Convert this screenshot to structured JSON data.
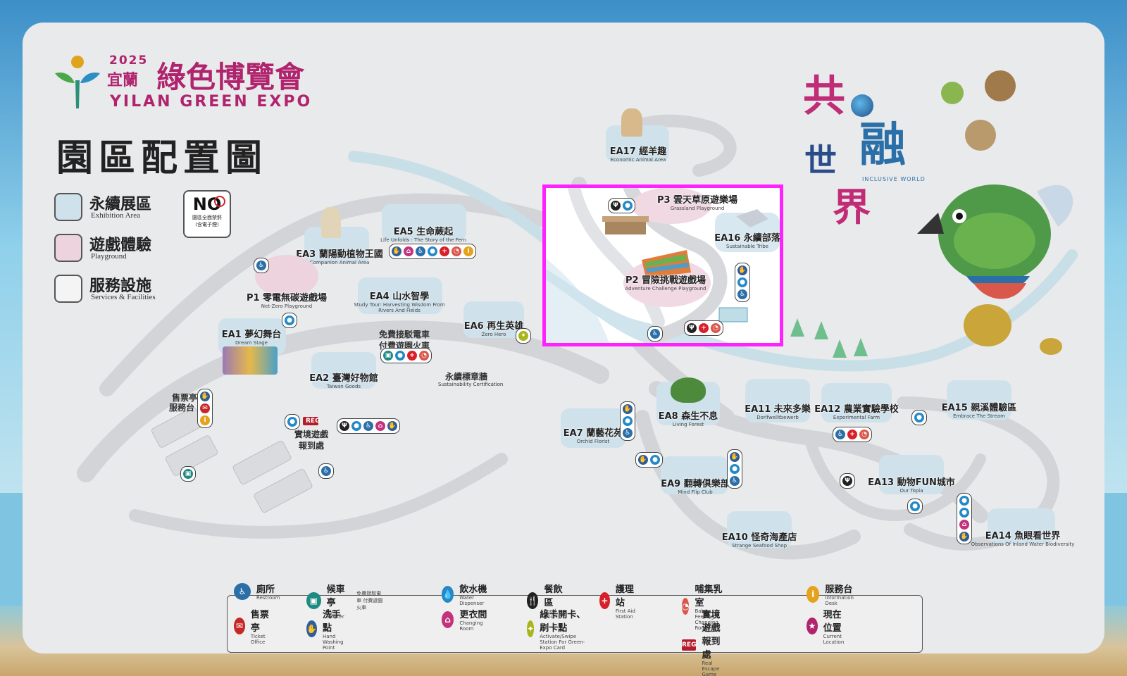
{
  "expo": {
    "year": "2025",
    "city": "宜蘭",
    "name_zh": "綠色博覽會",
    "name_en": "YILAN GREEN EXPO",
    "map_title": "園區配置圖"
  },
  "side_legend": [
    {
      "zh": "永續展區",
      "en": "Exhibition Area",
      "color": "#cfe2ec"
    },
    {
      "zh": "遊戲體驗",
      "en": "Playground",
      "color": "#ecd3dd"
    },
    {
      "zh": "服務設施",
      "en": "Services & Facilities",
      "color": "#f4f4f4"
    }
  ],
  "no_smoking": {
    "big": "NO",
    "line1": "園區全面禁菸",
    "line2": "(含電子煙)"
  },
  "theme": {
    "zh_1": "共",
    "zh_2": "融",
    "zh_3": "世",
    "zh_4": "界",
    "en": "INCLUSIVE WORLD"
  },
  "zones": [
    {
      "id": "EA17",
      "zh": "EA17 經羊趣",
      "en": "Economic Animal Area"
    },
    {
      "id": "EA16",
      "zh": "EA16 永續部落",
      "en": "Sustainable Tribe"
    },
    {
      "id": "P3",
      "zh": "P3 雲天草原遊樂場",
      "en": "Grassland Playground"
    },
    {
      "id": "P2",
      "zh": "P2 冒險挑戰遊戲場",
      "en": "Adventure Challenge Playground"
    },
    {
      "id": "EA5",
      "zh": "EA5 生命蕨起",
      "en": "Life Unfolds : The Story of the Fern"
    },
    {
      "id": "EA3",
      "zh": "EA3 蘭陽動植物王國",
      "en": "Companion Animal Area"
    },
    {
      "id": "P1",
      "zh": "P1 零電無碳遊戲場",
      "en": "Net-Zero Playground"
    },
    {
      "id": "EA4",
      "zh": "EA4 山水智學",
      "en": "Study Tour: Harvesting Wisdom From Rivers And Fields"
    },
    {
      "id": "EA6",
      "zh": "EA6 再生英雄",
      "en": "Zero Hero"
    },
    {
      "id": "EA1",
      "zh": "EA1 夢幻舞台",
      "en": "Dream Stage"
    },
    {
      "id": "EA2",
      "zh": "EA2 臺灣好物館",
      "en": "Taiwan Goods"
    },
    {
      "id": "EA8",
      "zh": "EA8 森生不息",
      "en": "Living Forest"
    },
    {
      "id": "EA7",
      "zh": "EA7 蘭藝花苑",
      "en": "Orchid Florist"
    },
    {
      "id": "EA9",
      "zh": "EA9 翻轉俱樂部",
      "en": "Mind Flip Club"
    },
    {
      "id": "EA10",
      "zh": "EA10 怪奇海產店",
      "en": "Strange Seafood Shop"
    },
    {
      "id": "EA11",
      "zh": "EA11 未來多樂",
      "en": "Dorlfwelltbewerb"
    },
    {
      "id": "EA12",
      "zh": "EA12 農業實驗學校",
      "en": "Experimental Farm"
    },
    {
      "id": "EA13",
      "zh": "EA13 動物FUN城市",
      "en": "Our Topia"
    },
    {
      "id": "EA14",
      "zh": "EA14 魚眼看世界",
      "en": "Observations Of Inland Water Biodiversity"
    },
    {
      "id": "EA15",
      "zh": "EA15 親溪體驗區",
      "en": "Embrace The Stream"
    }
  ],
  "places": {
    "ticket_zh_1": "售票亭",
    "ticket_zh_2": "服務台",
    "reg_zh_1": "實境遊戲",
    "reg_zh_2": "報到處",
    "shuttle_1": "免費接駁電車",
    "shuttle_2": "付費遊園火車",
    "cert_zh": "永續標章牆",
    "cert_en": "Sustainability Certification",
    "reg_tag": "REG"
  },
  "legend": [
    {
      "icon": "restroom-icon",
      "cls": "c-rest",
      "glyph": "♿",
      "zh": "廁所",
      "en": "Restroom"
    },
    {
      "icon": "bus-shelter-icon",
      "cls": "c-bus",
      "glyph": "▣",
      "zh": "候車亭",
      "en": "Bus Shelter",
      "note": "免費接駁電車 付費遊園火車"
    },
    {
      "icon": "water-icon",
      "cls": "c-water",
      "glyph": "💧",
      "zh": "飲水機",
      "en": "Water Dispenser"
    },
    {
      "icon": "food-icon",
      "cls": "c-food",
      "glyph": "🍴",
      "zh": "餐飲區",
      "en": "Food Court"
    },
    {
      "icon": "first-aid-icon",
      "cls": "c-aid",
      "glyph": "+",
      "zh": "護理站",
      "en": "First Aid Station"
    },
    {
      "icon": "baby-icon",
      "cls": "c-baby",
      "glyph": "◔",
      "zh": "哺集乳室",
      "en": "Baby Feeding & Changing Room"
    },
    {
      "icon": "info-icon",
      "cls": "c-info",
      "glyph": "i",
      "zh": "服務台",
      "en": "Information Desk"
    },
    {
      "icon": "ticket-icon",
      "cls": "c-ticket",
      "glyph": "✉",
      "zh": "售票亭",
      "en": "Ticket Office"
    },
    {
      "icon": "hand-wash-icon",
      "cls": "c-hand",
      "glyph": "✋",
      "zh": "洗手點",
      "en": "Hand Washing Point"
    },
    {
      "icon": "changing-room-icon",
      "cls": "c-change",
      "glyph": "⌂",
      "zh": "更衣間",
      "en": "Changing Room"
    },
    {
      "icon": "card-activate-icon",
      "cls": "c-act",
      "glyph": "✦",
      "zh": "綠卡開卡、刷卡點",
      "en": "Activate/Swipe Station For Green-Expo Card"
    },
    {
      "icon": "reg-icon",
      "cls": "c-reg",
      "glyph": "REG",
      "zh": "實境遊戲報到處",
      "en": "Real Escape Game Check-in"
    },
    {
      "icon": "current-location-icon",
      "cls": "c-star",
      "glyph": "★",
      "zh": "現在位置",
      "en": "Current Location"
    }
  ]
}
